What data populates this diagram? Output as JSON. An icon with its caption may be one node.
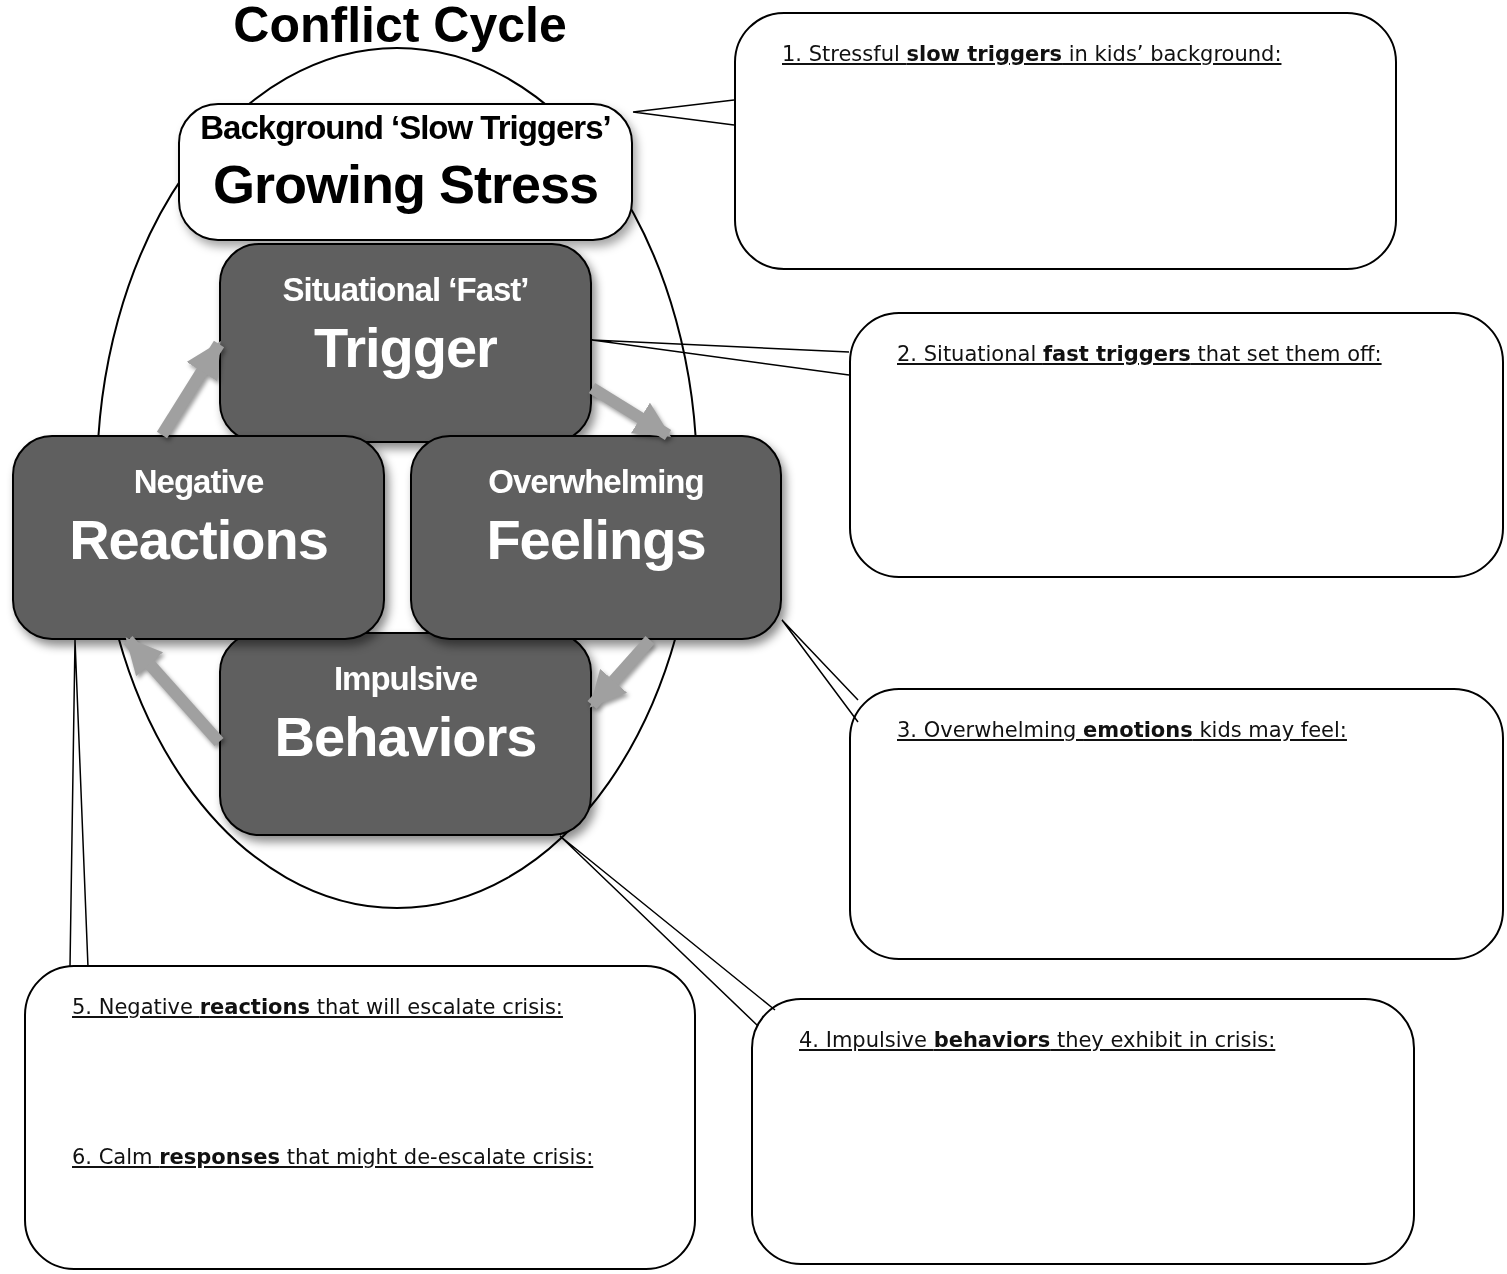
{
  "diagram": {
    "title": "Conflict Cycle",
    "nodes": [
      {
        "text": [
          "Background ‘Slow Triggers’",
          "Growing Stress"
        ]
      },
      {
        "text": [
          "Situational ‘Fast’",
          "Trigger"
        ]
      },
      {
        "text": [
          "Overwhelming",
          "Feelings"
        ]
      },
      {
        "text": [
          "Impulsive",
          "Behaviors"
        ]
      },
      {
        "text": [
          "Negative",
          "Reactions"
        ]
      },
      {
        "text": [
          "1. Stressful **slow triggers** in kids’ background:"
        ]
      },
      {
        "text": [
          "2. Situational **fast triggers** that set them off:"
        ]
      },
      {
        "text": [
          "3. Overwhelming **emotions** kids may feel:"
        ]
      },
      {
        "text": [
          "4. Impulsive **behaviors** they exhibit in crisis:"
        ]
      },
      {
        "text": [
          "5. Negative **reactions** that will escalate crisis:",
          "6. Calm **responses** that might de-escalate crisis:"
        ]
      }
    ],
    "edges": [
      {
        "from": 4,
        "to": 1,
        "arrow": "to",
        "style": "thick",
        "color": "#a0a0a0"
      },
      {
        "from": 1,
        "to": 2,
        "arrow": "to",
        "style": "thick",
        "color": "#a0a0a0"
      },
      {
        "from": 2,
        "to": 3,
        "arrow": "to",
        "style": "thick",
        "color": "#a0a0a0"
      },
      {
        "from": 3,
        "to": 4,
        "arrow": "to",
        "style": "thick",
        "color": "#a0a0a0"
      },
      {
        "from": 5,
        "to": 0,
        "arrow": "none"
      },
      {
        "from": 6,
        "to": 1,
        "arrow": "none"
      },
      {
        "from": 7,
        "to": 2,
        "arrow": "none"
      },
      {
        "from": 8,
        "to": 3,
        "arrow": "none"
      },
      {
        "from": 9,
        "to": 4,
        "arrow": "none"
      }
    ]
  }
}
